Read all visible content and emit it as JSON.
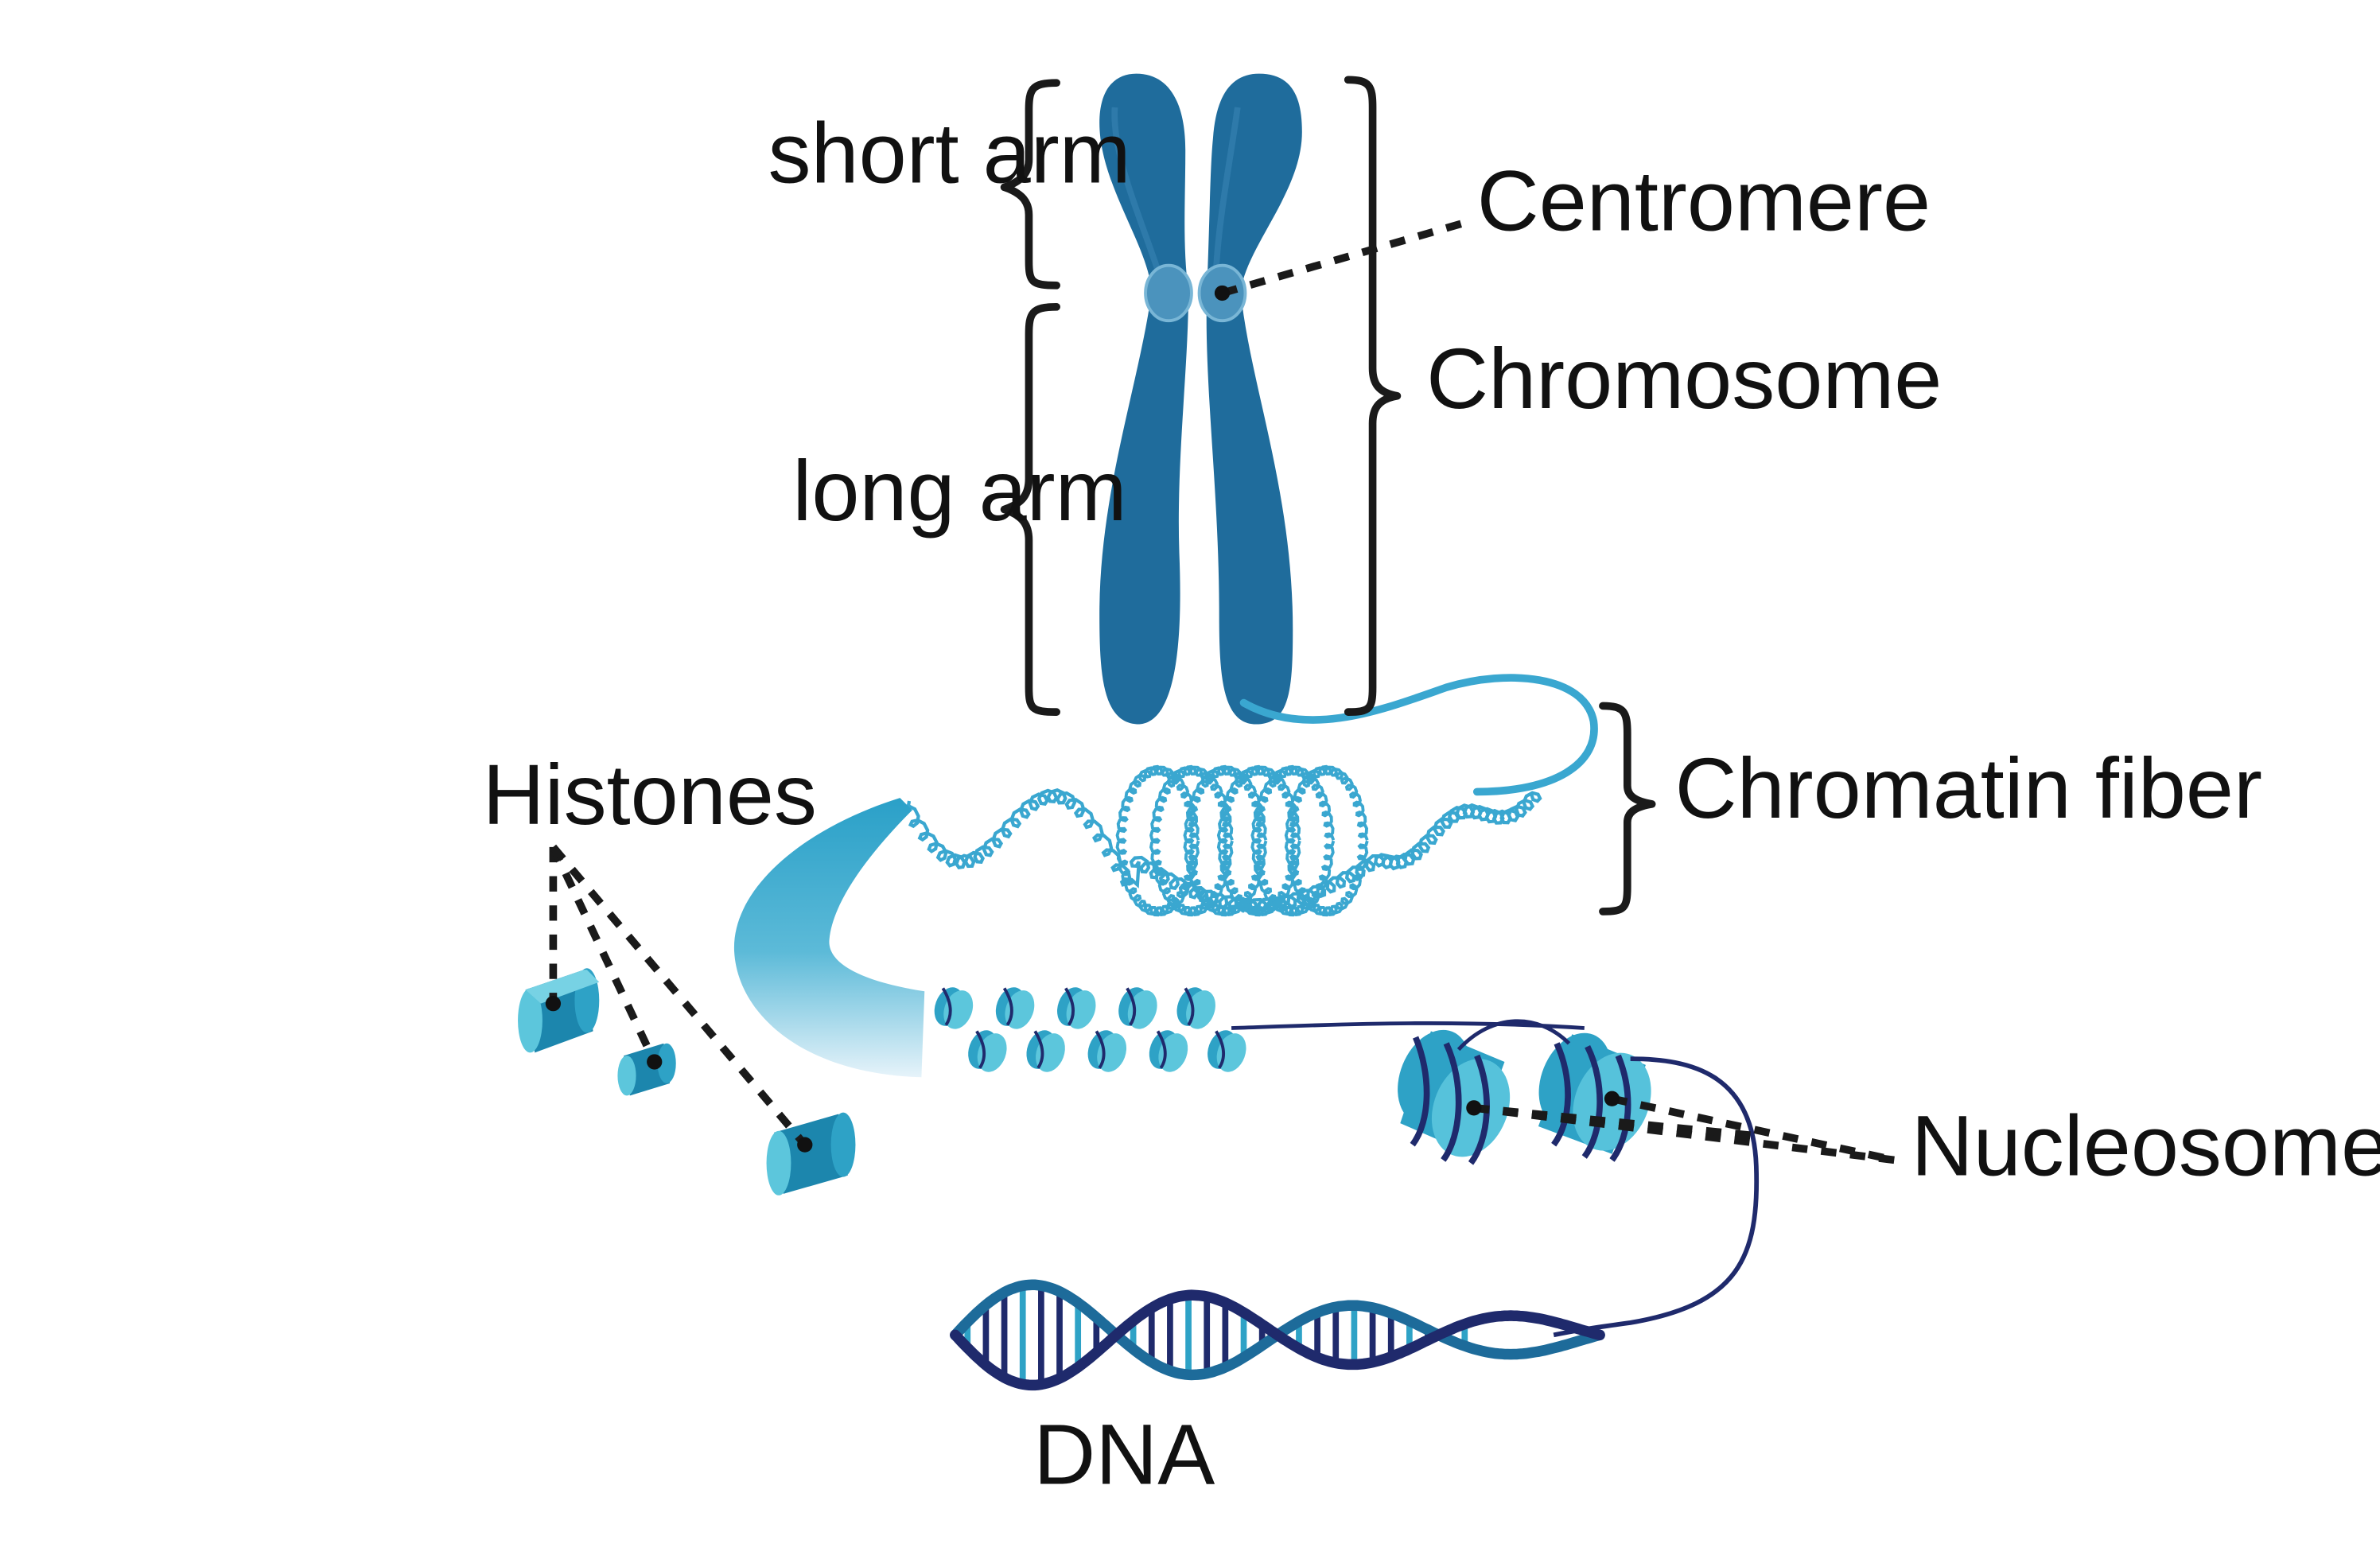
{
  "labels": {
    "short_arm": "short arm",
    "long_arm": "long arm",
    "centromere": "Centromere",
    "chromosome": "Chromosome",
    "chromatin_fiber": "Chromatin fiber",
    "histones": "Histones",
    "nucleosomes": "Nucleosomes",
    "dna": "DNA"
  },
  "colors": {
    "chromosome": "#1f6c9c",
    "chromosome_dark": "#175a85",
    "centromere": "#5a9ec4",
    "fiber": "#3aa7d0",
    "histone_light": "#5cc6dc",
    "histone_mid": "#2ea2c6",
    "histone_dark": "#1c86ad",
    "dna_navy": "#1f2a6c",
    "dna_teal": "#1d6b9a",
    "text": "#111111"
  }
}
